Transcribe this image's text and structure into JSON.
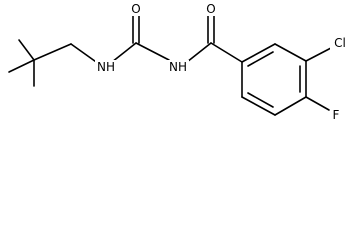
{
  "molecule": {
    "atoms": {
      "o_urea": "O",
      "o_amide": "O",
      "nh_left": "NH",
      "nh_right": "NH",
      "cl": "Cl",
      "f": "F"
    }
  }
}
